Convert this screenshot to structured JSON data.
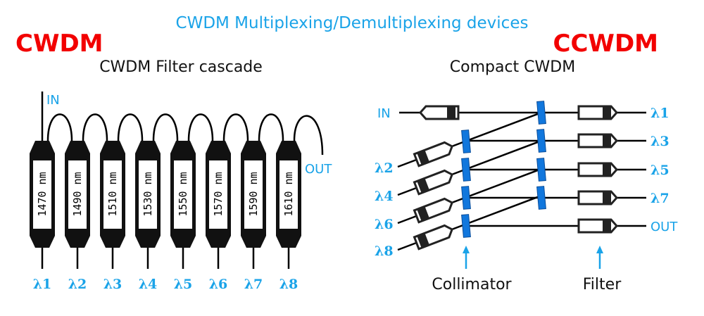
{
  "title": "CWDM Multiplexing/Demultiplexing devices",
  "left": {
    "brand": "CWDM",
    "subtitle": "CWDM Filter cascade",
    "in_label": "IN",
    "out_label": "OUT",
    "filters": [
      "1470 nm",
      "1490 nm",
      "1510 nm",
      "1530 nm",
      "1550 nm",
      "1570 nm",
      "1590 nm",
      "1610 nm"
    ],
    "outputs": [
      "λ1",
      "λ2",
      "λ3",
      "λ4",
      "λ5",
      "λ6",
      "λ7",
      "λ8"
    ]
  },
  "right": {
    "brand": "CCWDM",
    "subtitle": "Compact CWDM",
    "in_label": "IN",
    "inputs": [
      "λ2",
      "λ4",
      "λ6",
      "λ8"
    ],
    "outputs": [
      "λ1",
      "λ3",
      "λ5",
      "λ7",
      "OUT"
    ],
    "collimator_label": "Collimator",
    "filter_label": "Filter"
  },
  "colors": {
    "accent": "#1aa3e8",
    "brand": "#f20000",
    "element": "#1177dd"
  }
}
